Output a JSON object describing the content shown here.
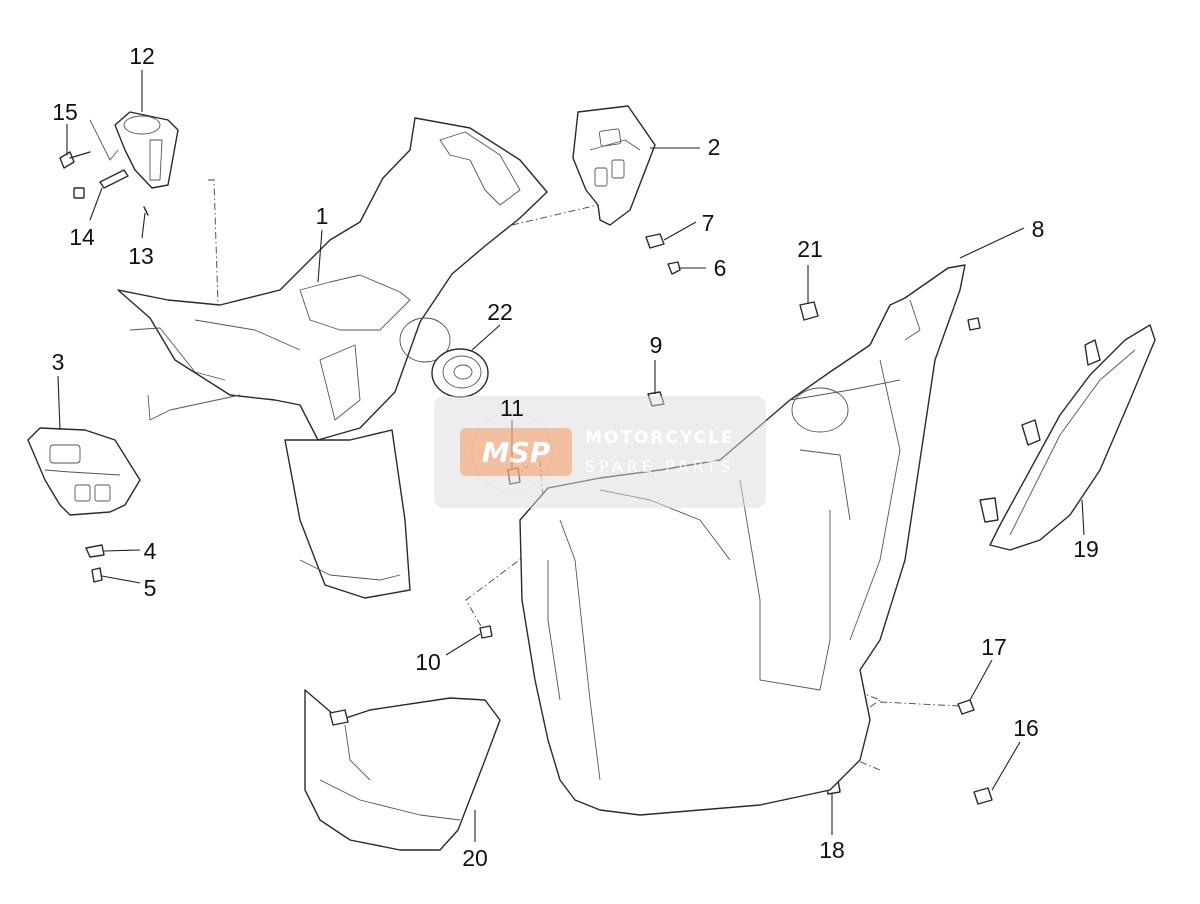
{
  "callouts": [
    "1",
    "2",
    "3",
    "4",
    "5",
    "6",
    "7",
    "8",
    "9",
    "10",
    "11",
    "12",
    "13",
    "14",
    "15",
    "16",
    "17",
    "18",
    "19",
    "20",
    "21",
    "22"
  ],
  "watermark": {
    "logo": "MSP",
    "line1": "MOTORCYCLE",
    "line2": "SPARE PARTS"
  },
  "colors": {
    "line": "#2a2a2a",
    "watermark_orange": "#f0a070",
    "watermark_gray": "#c8c8c8"
  }
}
